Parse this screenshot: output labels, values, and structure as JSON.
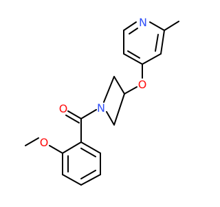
{
  "molecule": {
    "atoms": {
      "pyridine_n": {
        "label": "N",
        "color": "#3050f8"
      },
      "ether_o": {
        "label": "O",
        "color": "#ff0d0d"
      },
      "azetidine_n": {
        "label": "N",
        "color": "#3050f8"
      },
      "carbonyl_o": {
        "label": "O",
        "color": "#ff0d0d"
      },
      "methoxy_o": {
        "label": "O",
        "color": "#ff0d0d"
      }
    },
    "bond_color": "#000000",
    "background": "#ffffff"
  }
}
